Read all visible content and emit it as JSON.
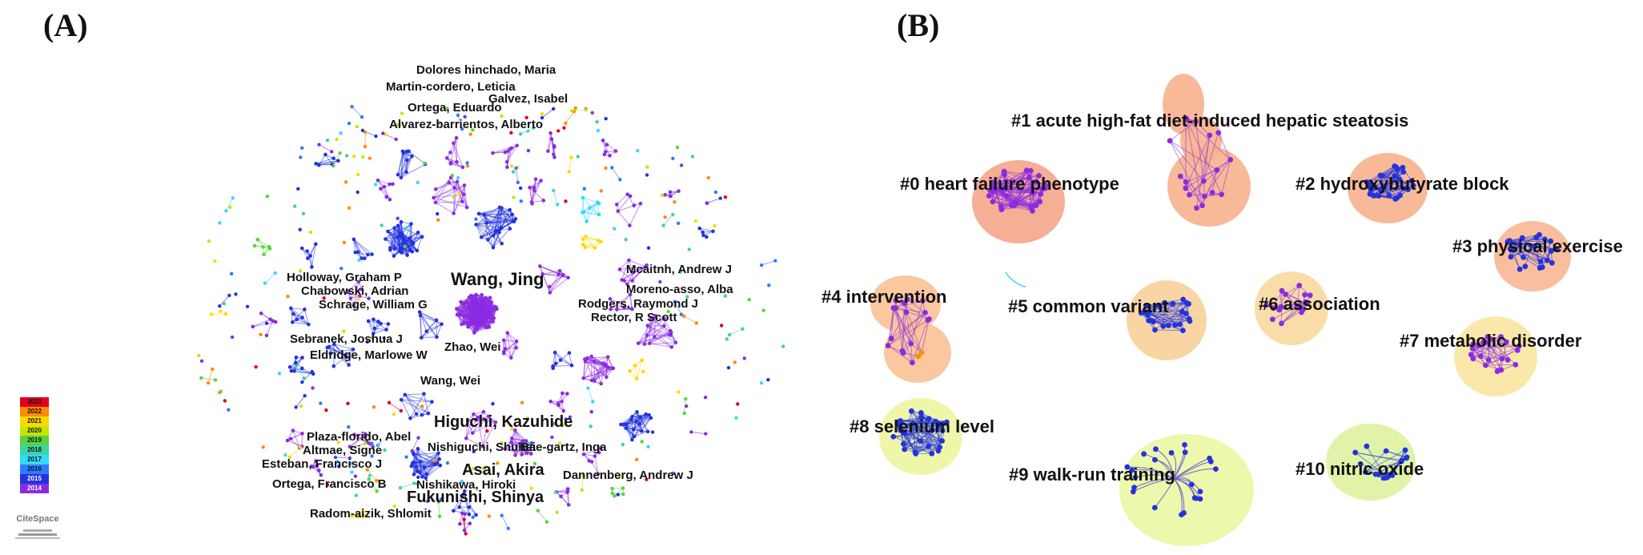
{
  "panel_a": {
    "letter": "(A)",
    "author_labels": [
      {
        "text": "Dolores hinchado, Maria",
        "big": false
      },
      {
        "text": "Martin-cordero, Leticia",
        "big": false
      },
      {
        "text": "Galvez, Isabel",
        "big": false
      },
      {
        "text": "Ortega, Eduardo",
        "big": false
      },
      {
        "text": "Alvarez-barrientos, Alberto",
        "big": false
      },
      {
        "text": "Mcaitnh, Andrew J",
        "big": false
      },
      {
        "text": "Wang, Jing",
        "big": true
      },
      {
        "text": "Holloway, Graham P",
        "big": false
      },
      {
        "text": "Chabowski, Adrian",
        "big": false
      },
      {
        "text": "Moreno-asso, Alba",
        "big": false
      },
      {
        "text": "Schrage, William G",
        "big": false
      },
      {
        "text": "Rodgers, Raymond J",
        "big": false
      },
      {
        "text": "Rector, R Scott",
        "big": false
      },
      {
        "text": "Sebranek, Joshua J",
        "big": false
      },
      {
        "text": "Zhao, Wei",
        "big": false
      },
      {
        "text": "Eldridge, Marlowe W",
        "big": false
      },
      {
        "text": "Wang, Wei",
        "big": false
      },
      {
        "text": "Higuchi, Kazuhide",
        "big": true
      },
      {
        "text": "Plaza-florido, Abel",
        "big": false
      },
      {
        "text": "Altmae, Signe",
        "big": false
      },
      {
        "text": "Nishiguchi, Shuhei",
        "big": false
      },
      {
        "text": "Bae-gartz, Inga",
        "big": false
      },
      {
        "text": "Esteban, Francisco J",
        "big": false
      },
      {
        "text": "Asai, Akira",
        "big": true
      },
      {
        "text": "Dannenberg, Andrew J",
        "big": false
      },
      {
        "text": "Ortega, Francisco B",
        "big": false
      },
      {
        "text": "Nishikawa, Hiroki",
        "big": false
      },
      {
        "text": "Fukunishi, Shinya",
        "big": true
      },
      {
        "text": "Radom-aizik, Shlomit",
        "big": false
      }
    ],
    "legend_years": [
      "2023",
      "2022",
      "2021",
      "2020",
      "2019",
      "2018",
      "2017",
      "2016",
      "2015",
      "2014"
    ],
    "legend_colors": [
      "#e3001b",
      "#ff8c00",
      "#ffd700",
      "#c6e600",
      "#5ad43c",
      "#3cd3a5",
      "#33d9ff",
      "#2f7bff",
      "#2233dd",
      "#8a2be2"
    ],
    "logo_text": "CiteSpace"
  },
  "panel_b": {
    "letter": "(B)",
    "clusters": [
      {
        "label": "#0 heart failure phenotype",
        "color": "#f5a58a",
        "node_color": "#8a2be2"
      },
      {
        "label": "#1 acute high-fat diet-induced hepatic steatosis",
        "color": "#f7b18d",
        "node_color": "#8a2be2"
      },
      {
        "label": "#2 hydroxybutyrate block",
        "color": "#f7b18d",
        "node_color": "#2233dd"
      },
      {
        "label": "#3 physical exercise",
        "color": "#f7b793",
        "node_color": "#2233dd"
      },
      {
        "label": "#4 intervention",
        "color": "#f9c193",
        "node_color": "#8a2be2"
      },
      {
        "label": "#5 common variant",
        "color": "#f8d09a",
        "node_color": "#2233dd"
      },
      {
        "label": "#6 association",
        "color": "#f8d89f",
        "node_color": "#8a2be2"
      },
      {
        "label": "#7 metabolic disorder",
        "color": "#f8e6a0",
        "node_color": "#8a2be2"
      },
      {
        "label": "#8 selenium level",
        "color": "#eef59e",
        "node_color": "#2233dd"
      },
      {
        "label": "#9 walk-run training",
        "color": "#eaf7a2",
        "node_color": "#2233dd"
      },
      {
        "label": "#10 nitric oxide",
        "color": "#ddf29e",
        "node_color": "#2233dd"
      }
    ]
  }
}
